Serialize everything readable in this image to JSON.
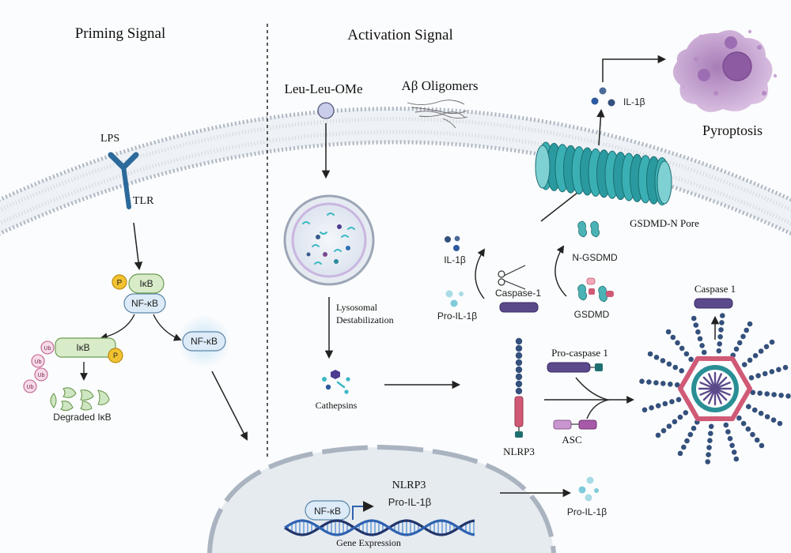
{
  "sections": {
    "priming_title": "Priming Signal",
    "activation_title": "Activation Signal"
  },
  "labels": {
    "lps": "LPS",
    "tlr": "TLR",
    "p1": "P",
    "ikb_complex": "IκB",
    "nfkb_complex": "NF-κB",
    "ub": "Ub",
    "ikb_ub": "IκB",
    "p2": "P",
    "degraded_ikb": "Degraded IκB",
    "nfkb_free": "NF-κB",
    "leu_leu_ome": "Leu-Leu-OMe",
    "abeta": "Aβ Oligomers",
    "lysosomal": "Lysosomal",
    "destabilization": "Destabilization",
    "cathepsins": "Cathepsins",
    "nlrp3_protein": "NLRP3",
    "pro_caspase": "Pro-caspase 1",
    "asc": "ASC",
    "caspase1_assembled": "Caspase 1",
    "il1b_cycle": "IL-1β",
    "pro_il1b_cycle": "Pro-IL-1β",
    "caspase1_cycle": "Caspase-1",
    "n_gsdmd": "N-GSDMD",
    "gsdmd": "GSDMD",
    "gsdmd_pore": "GSDMD-N Pore",
    "il1b_released": "IL-1β",
    "pyroptosis": "Pyroptosis",
    "nucleus_nfkb": "NF-κB",
    "nucleus_nlrp3": "NLRP3",
    "nucleus_pro_il1b": "Pro-IL-1β",
    "gene_expression": "Gene Expression",
    "pro_il1b_out": "Pro-IL-1β"
  },
  "colors": {
    "membrane": "#c9ced6",
    "pore": "#2a9aa0",
    "nfkb_fill": "#dcebf7",
    "ikb_fill": "#d9ecc9",
    "phospho": "#f2c230",
    "ub_fill": "#f6dbe8",
    "caspase": "#5b4a8b",
    "nlrp3_bead": "#34507c",
    "nlrp3_body": "#d05a76",
    "cell_dying": "#a97ab8",
    "dna_dark": "#22356b",
    "dna_light": "#2f62b0"
  }
}
